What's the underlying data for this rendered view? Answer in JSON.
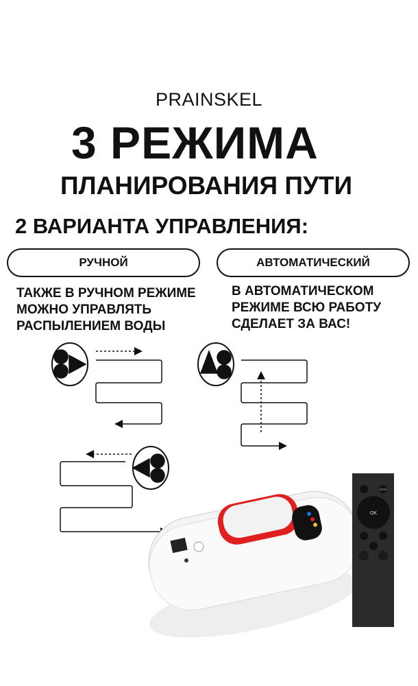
{
  "brand": "PRAINSKEL",
  "title": "3 РЕЖИМА",
  "subtitle": "ПЛАНИРОВАНИЯ ПУТИ",
  "variants_heading": "2 ВАРИАНТА УПРАВЛЕНИЯ:",
  "modes": [
    {
      "label": "РУЧНОЙ",
      "description": "ТАКЖЕ В РУЧНОМ РЕЖИМЕ МОЖНО УПРАВЛЯТЬ РАСПЫЛЕНИЕМ ВОДЫ"
    },
    {
      "label": "АВТОМАТИЧЕСКИЙ",
      "description": "В АВТОМАТИЧЕСКОМ РЕЖИМЕ ВСЮ РАБОТУ СДЕЛАЕТ ЗА ВАС!"
    }
  ],
  "remote": {
    "stop_label": "STOP",
    "ok_label": "OK"
  },
  "colors": {
    "accent": "#e02020",
    "text": "#111111",
    "remote": "#2b2b2b"
  }
}
